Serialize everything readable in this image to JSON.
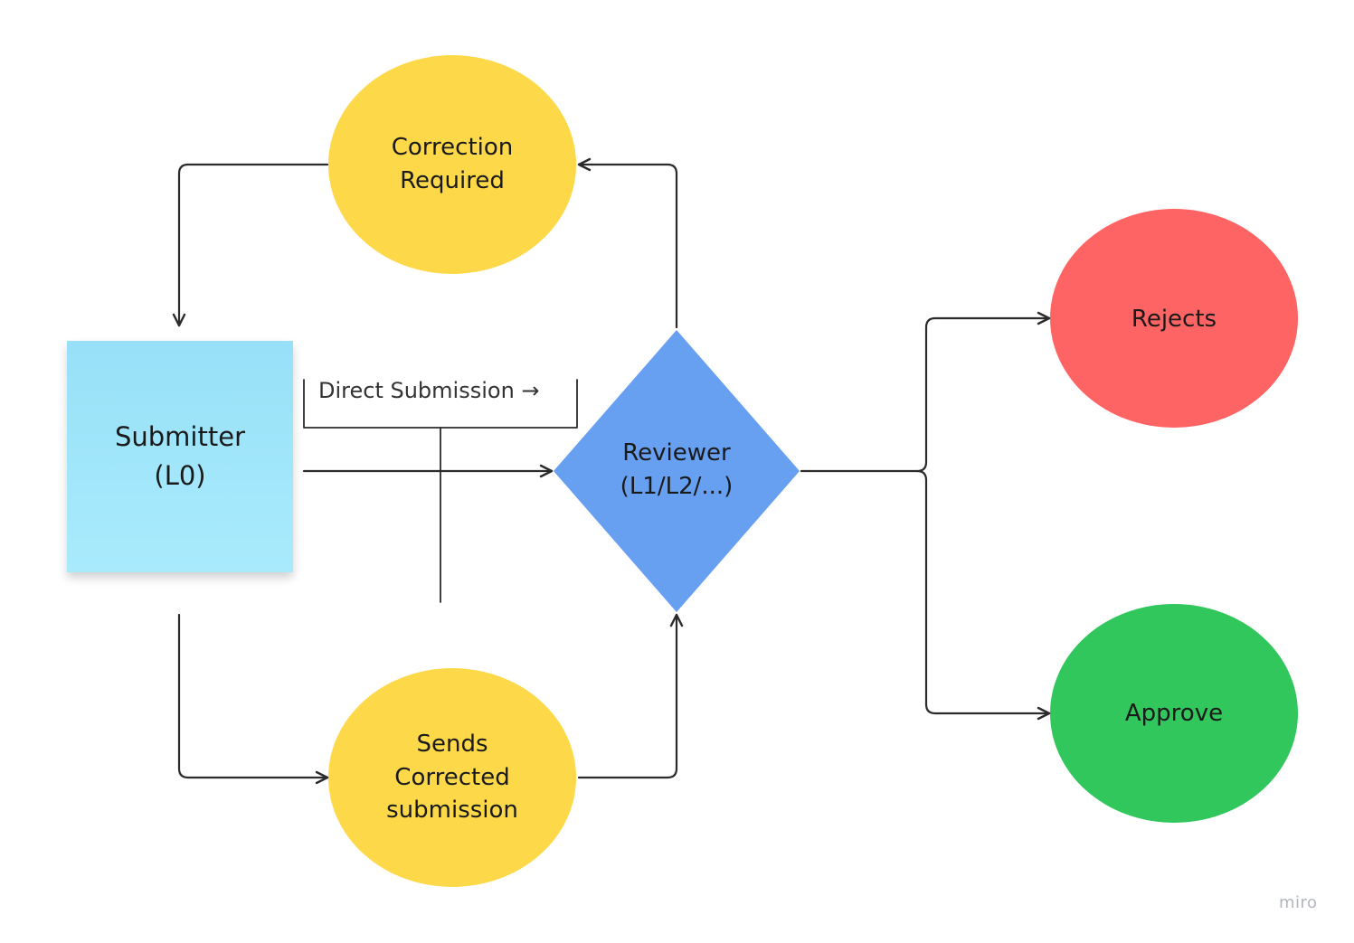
{
  "nodes": {
    "submitter": {
      "line1": "Submitter",
      "line2": "(L0)",
      "color": "#a2e6fb",
      "shape": "sticky-note"
    },
    "reviewer": {
      "line1": "Reviewer",
      "line2": "(L1/L2/...)",
      "color": "#679ff1",
      "shape": "diamond"
    },
    "correction": {
      "line1": "Correction",
      "line2": "Required",
      "color": "#fdd94a",
      "shape": "ellipse"
    },
    "sends": {
      "line1": "Sends",
      "line2": "Corrected",
      "line3": "submission",
      "color": "#fdd94a",
      "shape": "ellipse"
    },
    "rejects": {
      "label": "Rejects",
      "color": "#ff6464",
      "shape": "ellipse"
    },
    "approve": {
      "label": "Approve",
      "color": "#31c75c",
      "shape": "ellipse"
    }
  },
  "edges": {
    "direct_label": "Direct Submission →"
  },
  "colors": {
    "connector": "#2b2b2b"
  },
  "watermark": "miro"
}
